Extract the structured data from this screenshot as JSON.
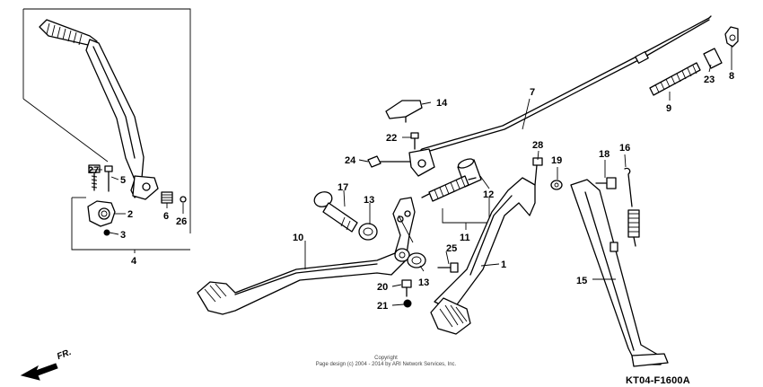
{
  "callouts": {
    "c1": "1",
    "c2": "2",
    "c3": "3",
    "c4": "4",
    "c5": "5",
    "c6": "6",
    "c7": "7",
    "c8": "8",
    "c9": "9",
    "c10": "10",
    "c11": "11",
    "c12": "12",
    "c13a": "13",
    "c13b": "13",
    "c14": "14",
    "c15": "15",
    "c16": "16",
    "c17": "17",
    "c18": "18",
    "c19": "19",
    "c20": "20",
    "c21": "21",
    "c22": "22",
    "c23": "23",
    "c24": "24",
    "c25": "25",
    "c26": "26",
    "c27": "27",
    "c28": "28"
  },
  "footer": {
    "copyright_line1": "Copyright",
    "copyright_line2": "Page design (c) 2004 - 2014 by ARI Network Services, Inc.",
    "diagram_code": "KT04-F1600A",
    "front_label": "FR."
  },
  "colors": {
    "ink": "#000000",
    "paper": "#ffffff"
  }
}
